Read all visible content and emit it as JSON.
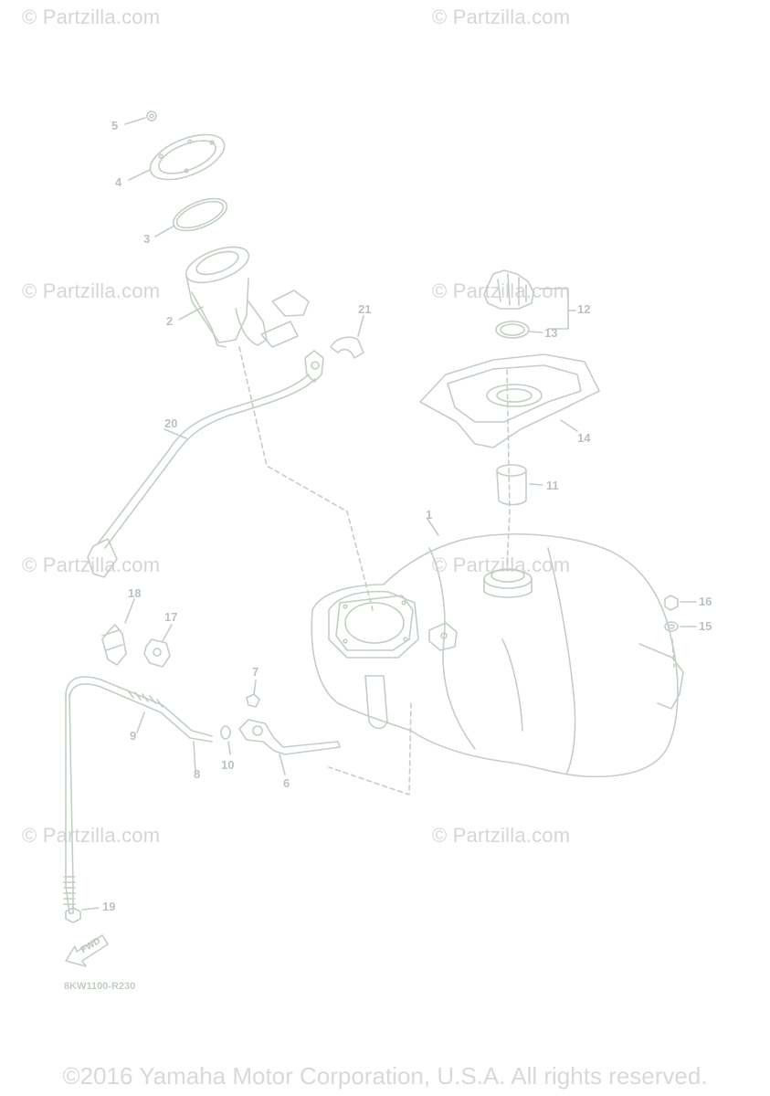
{
  "watermarks": [
    "© Partzilla.com",
    "© Partzilla.com",
    "© Partzilla.com",
    "© Partzilla.com",
    "© Partzilla.com",
    "© Partzilla.com",
    "© Partzilla.com",
    "© Partzilla.com"
  ],
  "callouts": [
    "1",
    "2",
    "3",
    "4",
    "5",
    "6",
    "7",
    "8",
    "9",
    "10",
    "11",
    "12",
    "13",
    "14",
    "15",
    "16",
    "17",
    "18",
    "19",
    "20",
    "21"
  ],
  "fwd_label": "FWD",
  "diagram_code": "8KW1100-R230",
  "copyright": "©2016 Yamaha Motor Corporation, U.S.A. All rights reserved.",
  "colors": {
    "line": "#c3cfc3",
    "text": "#b9c4b9",
    "watermark": "#d6d6d6"
  }
}
